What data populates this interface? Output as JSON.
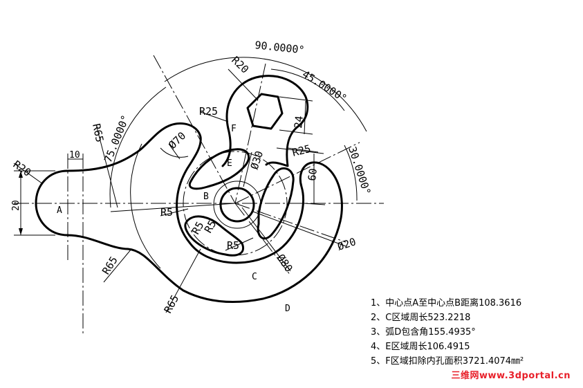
{
  "points": {
    "a": "A",
    "b": "B",
    "c": "C",
    "d": "D",
    "e": "E",
    "f": "F"
  },
  "dimensions": {
    "r20_left": "R20",
    "d10": "10",
    "d20": "20",
    "r65_upper": "R65",
    "r65_lower": "R65",
    "r65_bottom": "R65",
    "ang75": "75.0000°",
    "ang90": "90.0000°",
    "ang45": "45.0000°",
    "ang30": "30.0000°",
    "r20_top": "R20",
    "r25_left": "R25",
    "r25_right": "R25",
    "d24": "24",
    "d60": "60",
    "phi70": "Ø70",
    "phi30": "Ø30",
    "phi20": "Ø20",
    "phi80": "Ø80",
    "r5_left": "R5",
    "r5_a": "R5",
    "r5_b": "R5",
    "r5_bottom": "R5"
  },
  "notes": [
    "1、中心点A至中心点B距离108.3616",
    "2、C区域周长523.2218",
    "3、弧D包含角155.4935°",
    "4、E区域周长106.4915",
    "5、F区域扣除内孔面积3721.4074㎜²"
  ],
  "watermark": "三维网www.3dportal.cn",
  "colors": {
    "line": "#000000",
    "watermark": "#e8202a",
    "background": "#ffffff"
  }
}
